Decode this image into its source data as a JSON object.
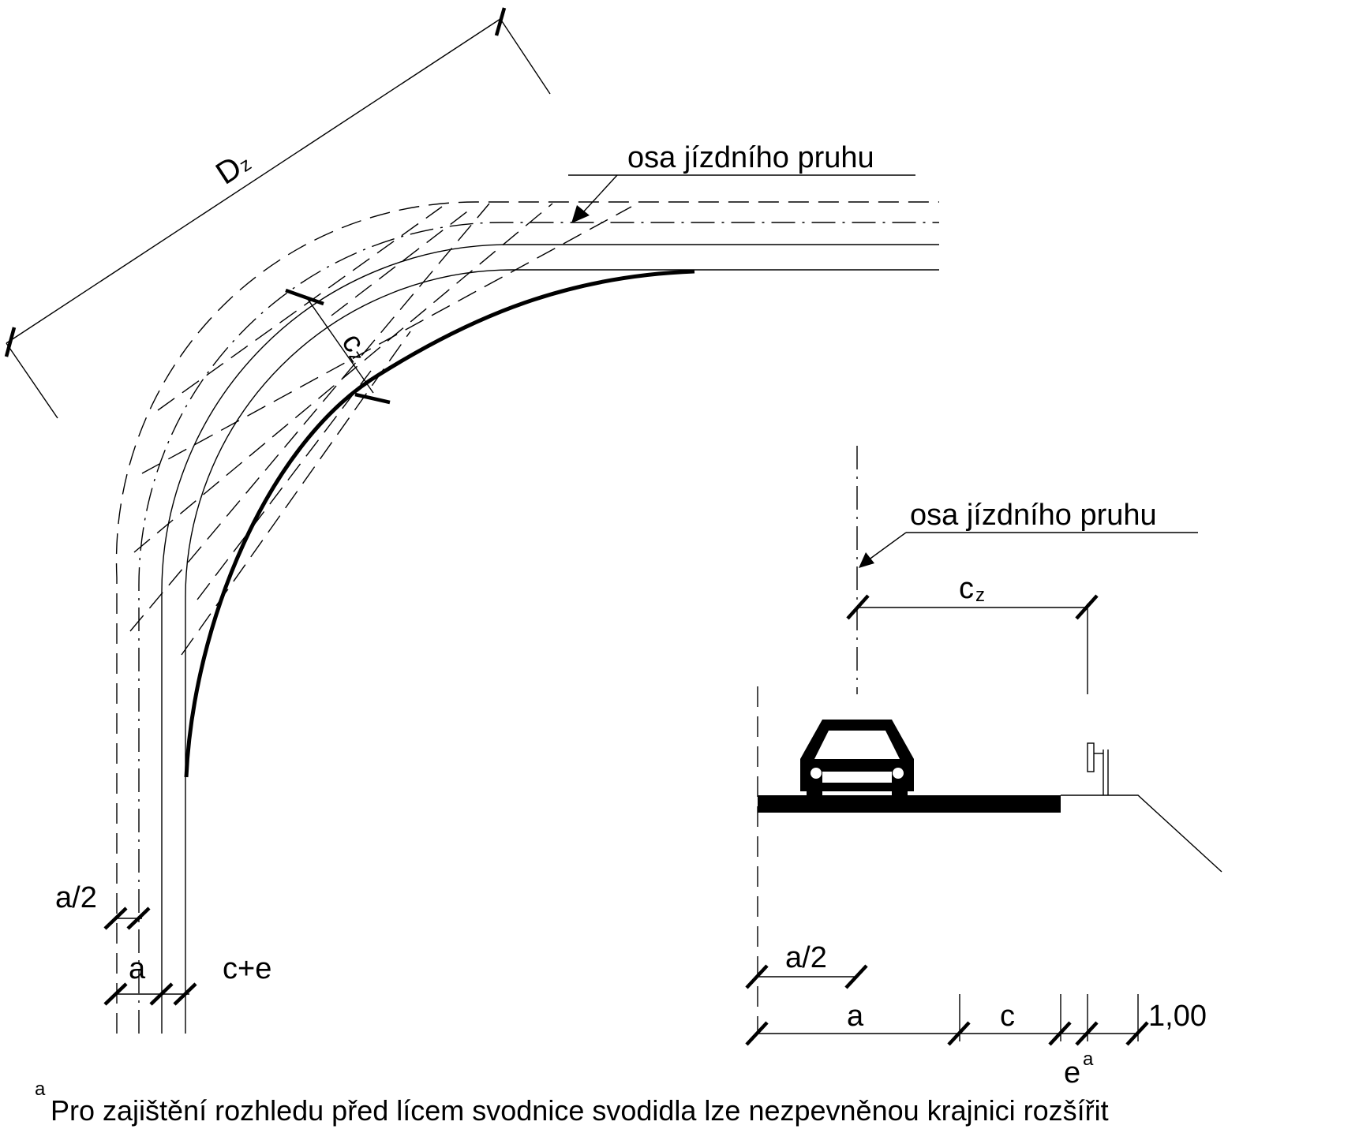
{
  "labels": {
    "plan_dz_main": "D",
    "plan_dz_sub": "z",
    "plan_cz_main": "c",
    "plan_cz_sub": "z",
    "plan_lane_axis": "osa jízdního pruhu",
    "plan_a_half": "a/2",
    "plan_a": "a",
    "plan_c_plus_e": "c+e",
    "section_lane_axis": "osa jízdního pruhu",
    "section_cz_main": "c",
    "section_cz_sub": "z",
    "section_a_half": "a/2",
    "section_a": "a",
    "section_c": "c",
    "section_1_00": "1,00",
    "section_e_main": "e",
    "section_e_sup": "a"
  },
  "footnote": {
    "marker": "a",
    "text": "Pro zajištění rozhledu před lícem svodnice svodidla lze nezpevněnou krajnici rozšířit"
  },
  "icons": {
    "car": "car-front-icon",
    "guardrail": "guardrail-icon"
  }
}
